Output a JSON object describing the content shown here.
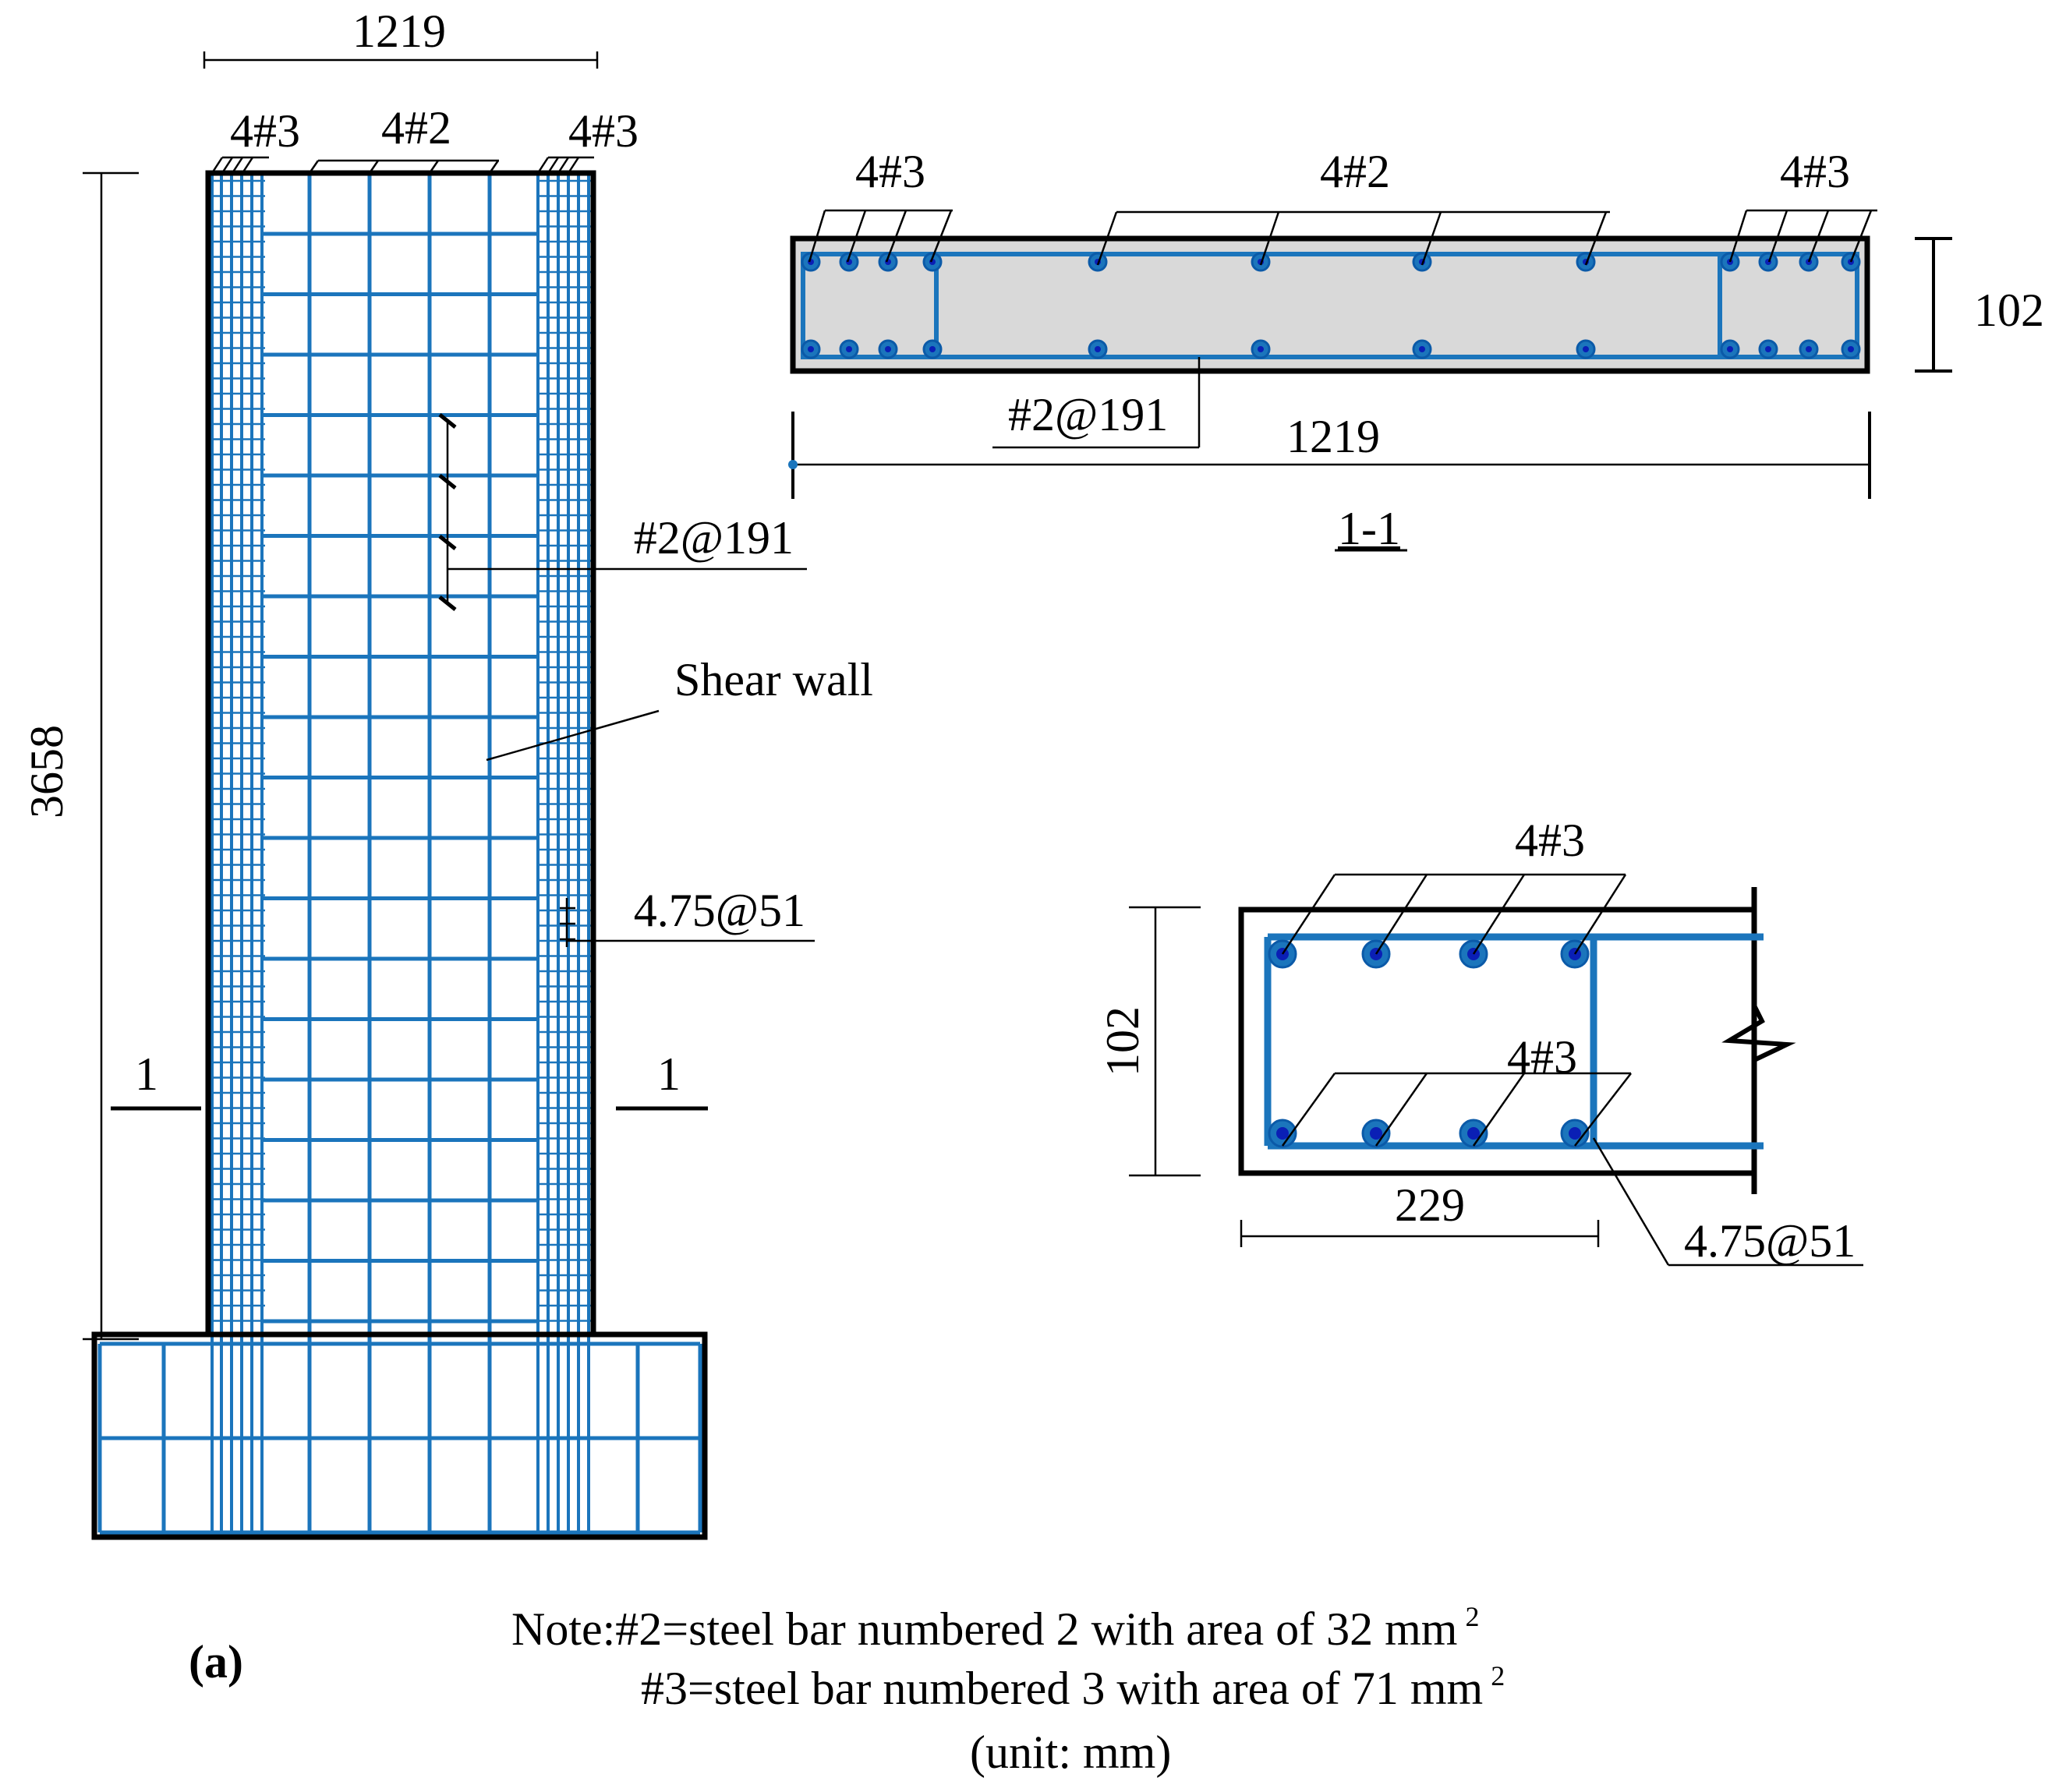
{
  "elevation": {
    "width_dim": "1219",
    "height_dim": "3658",
    "top_left_bars": "4#3",
    "top_middle_bars": "4#2",
    "top_right_bars": "4#3",
    "web_rebar": "#2@191",
    "element_label": "Shear wall",
    "stirrup_label": "4.75@51",
    "section_mark_left": "1",
    "section_mark_right": "1"
  },
  "section_1_1": {
    "left_bars": "4#3",
    "middle_bars": "4#2",
    "right_bars": "4#3",
    "thickness_dim": "102",
    "width_dim": "1219",
    "web_rebar": "#2@191",
    "title": "1-1"
  },
  "boundary_detail": {
    "top_bars": "4#3",
    "bottom_bars": "4#3",
    "thickness_dim": "102",
    "length_dim": "229",
    "stirrup_label": "4.75@51"
  },
  "panel_label": "(a)",
  "notes": {
    "line1_prefix": "Note:#2=steel bar numbered 2 with area of 32 mm",
    "line1_sup": "2",
    "line2_prefix": "#3=steel bar numbered 3 with area of 71 mm",
    "line2_sup": "2",
    "line3": "(unit: mm)"
  },
  "colors": {
    "rebar": "#1b75bc",
    "bar_core": "#0a1fb5",
    "concrete": "#d9d9d9",
    "outline": "#000000"
  }
}
